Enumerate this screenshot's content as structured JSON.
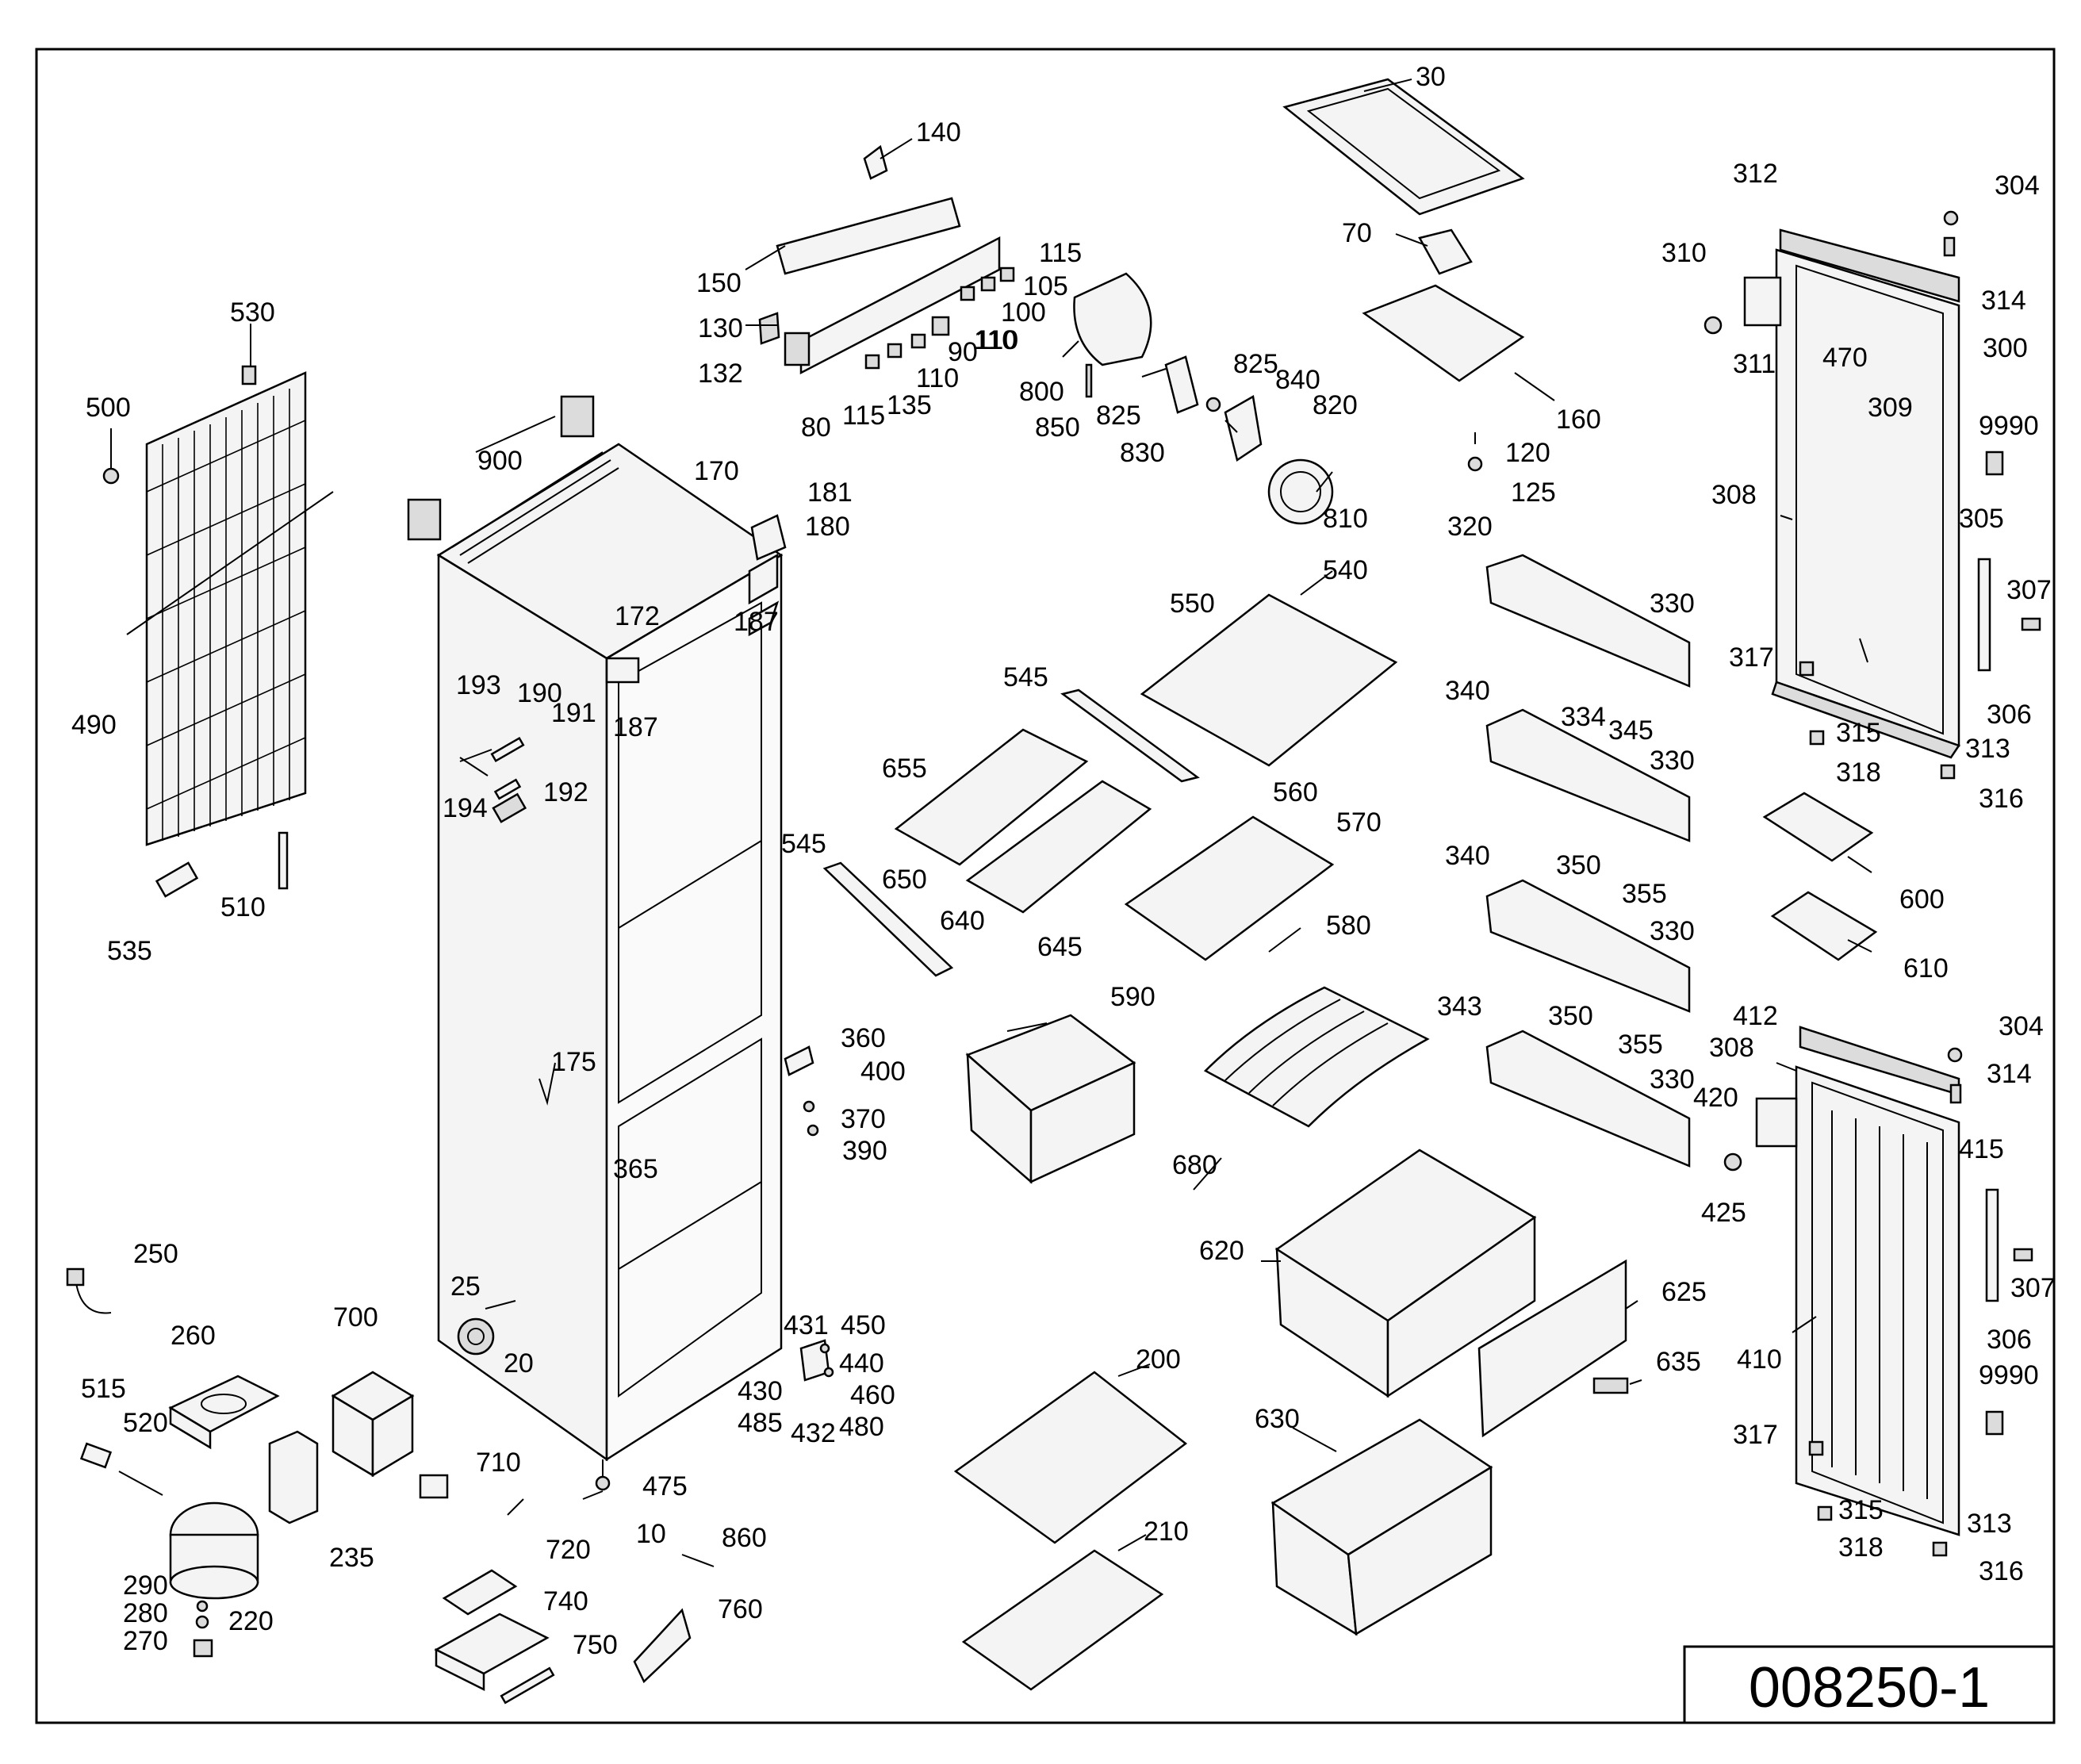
{
  "drawing_id": "008250-1",
  "labels": {
    "l30": "30",
    "l70": "70",
    "l160": "160",
    "l120": "120",
    "l125": "125",
    "l140": "140",
    "l150": "150",
    "l130": "130",
    "l132": "132",
    "l80": "80",
    "l115a": "115",
    "l105": "105",
    "l100": "100",
    "l110a": "110",
    "l90": "90",
    "l110b": "110",
    "l110c": "110",
    "l135": "135",
    "l115b": "115",
    "l800": "800",
    "l850": "850",
    "l825a": "825",
    "l825b": "825",
    "l840": "840",
    "l820": "820",
    "l830": "830",
    "l810": "810",
    "l530": "530",
    "l500": "500",
    "l490": "490",
    "l535": "535",
    "l510": "510",
    "l900": "900",
    "l170": "170",
    "l181": "181",
    "l180": "180",
    "l172": "172",
    "l187a": "187",
    "l187b": "187",
    "l193": "193",
    "l190": "190",
    "l191": "191",
    "l194": "194",
    "l192": "192",
    "l175": "175",
    "l365": "365",
    "l25": "25",
    "l20": "20",
    "l10": "10",
    "l475": "475",
    "l545a": "545",
    "l545b": "545",
    "l550": "550",
    "l540": "540",
    "l560": "560",
    "l655": "655",
    "l650": "650",
    "l640": "640",
    "l645": "645",
    "l570": "570",
    "l580": "580",
    "l590": "590",
    "l680": "680",
    "l360": "360",
    "l400": "400",
    "l370": "370",
    "l390": "390",
    "l431": "431",
    "l450": "450",
    "l440": "440",
    "l430": "430",
    "l460": "460",
    "l485": "485",
    "l432": "432",
    "l480": "480",
    "l320": "320",
    "l330a": "330",
    "l340a": "340",
    "l334": "334",
    "l345": "345",
    "l330b": "330",
    "l340b": "340",
    "l350a": "350",
    "l355a": "355",
    "l330c": "330",
    "l343": "343",
    "l350b": "350",
    "l355b": "355",
    "l330d": "330",
    "l620": "620",
    "l625": "625",
    "l635": "635",
    "l630": "630",
    "l200": "200",
    "l210": "210",
    "l312": "312",
    "l304a": "304",
    "l310": "310",
    "l314a": "314",
    "l311": "311",
    "l470": "470",
    "l300": "300",
    "l309": "309",
    "l9990a": "9990",
    "l308a": "308",
    "l305": "305",
    "l307a": "307",
    "l317a": "317",
    "l306a": "306",
    "l315a": "315",
    "l313a": "313",
    "l318a": "318",
    "l316a": "316",
    "l600": "600",
    "l610": "610",
    "l412": "412",
    "l304b": "304",
    "l308b": "308",
    "l314b": "314",
    "l420": "420",
    "l415": "415",
    "l425": "425",
    "l307b": "307",
    "l306b": "306",
    "l410": "410",
    "l9990b": "9990",
    "l317b": "317",
    "l315b": "315",
    "l313b": "313",
    "l318b": "318",
    "l316b": "316",
    "l250": "250",
    "l260": "260",
    "l700": "700",
    "l515": "515",
    "l520": "520",
    "l710": "710",
    "l235": "235",
    "l290": "290",
    "l280": "280",
    "l270": "270",
    "l220": "220",
    "l720": "720",
    "l740": "740",
    "l750": "750",
    "l860": "860",
    "l760": "760"
  }
}
